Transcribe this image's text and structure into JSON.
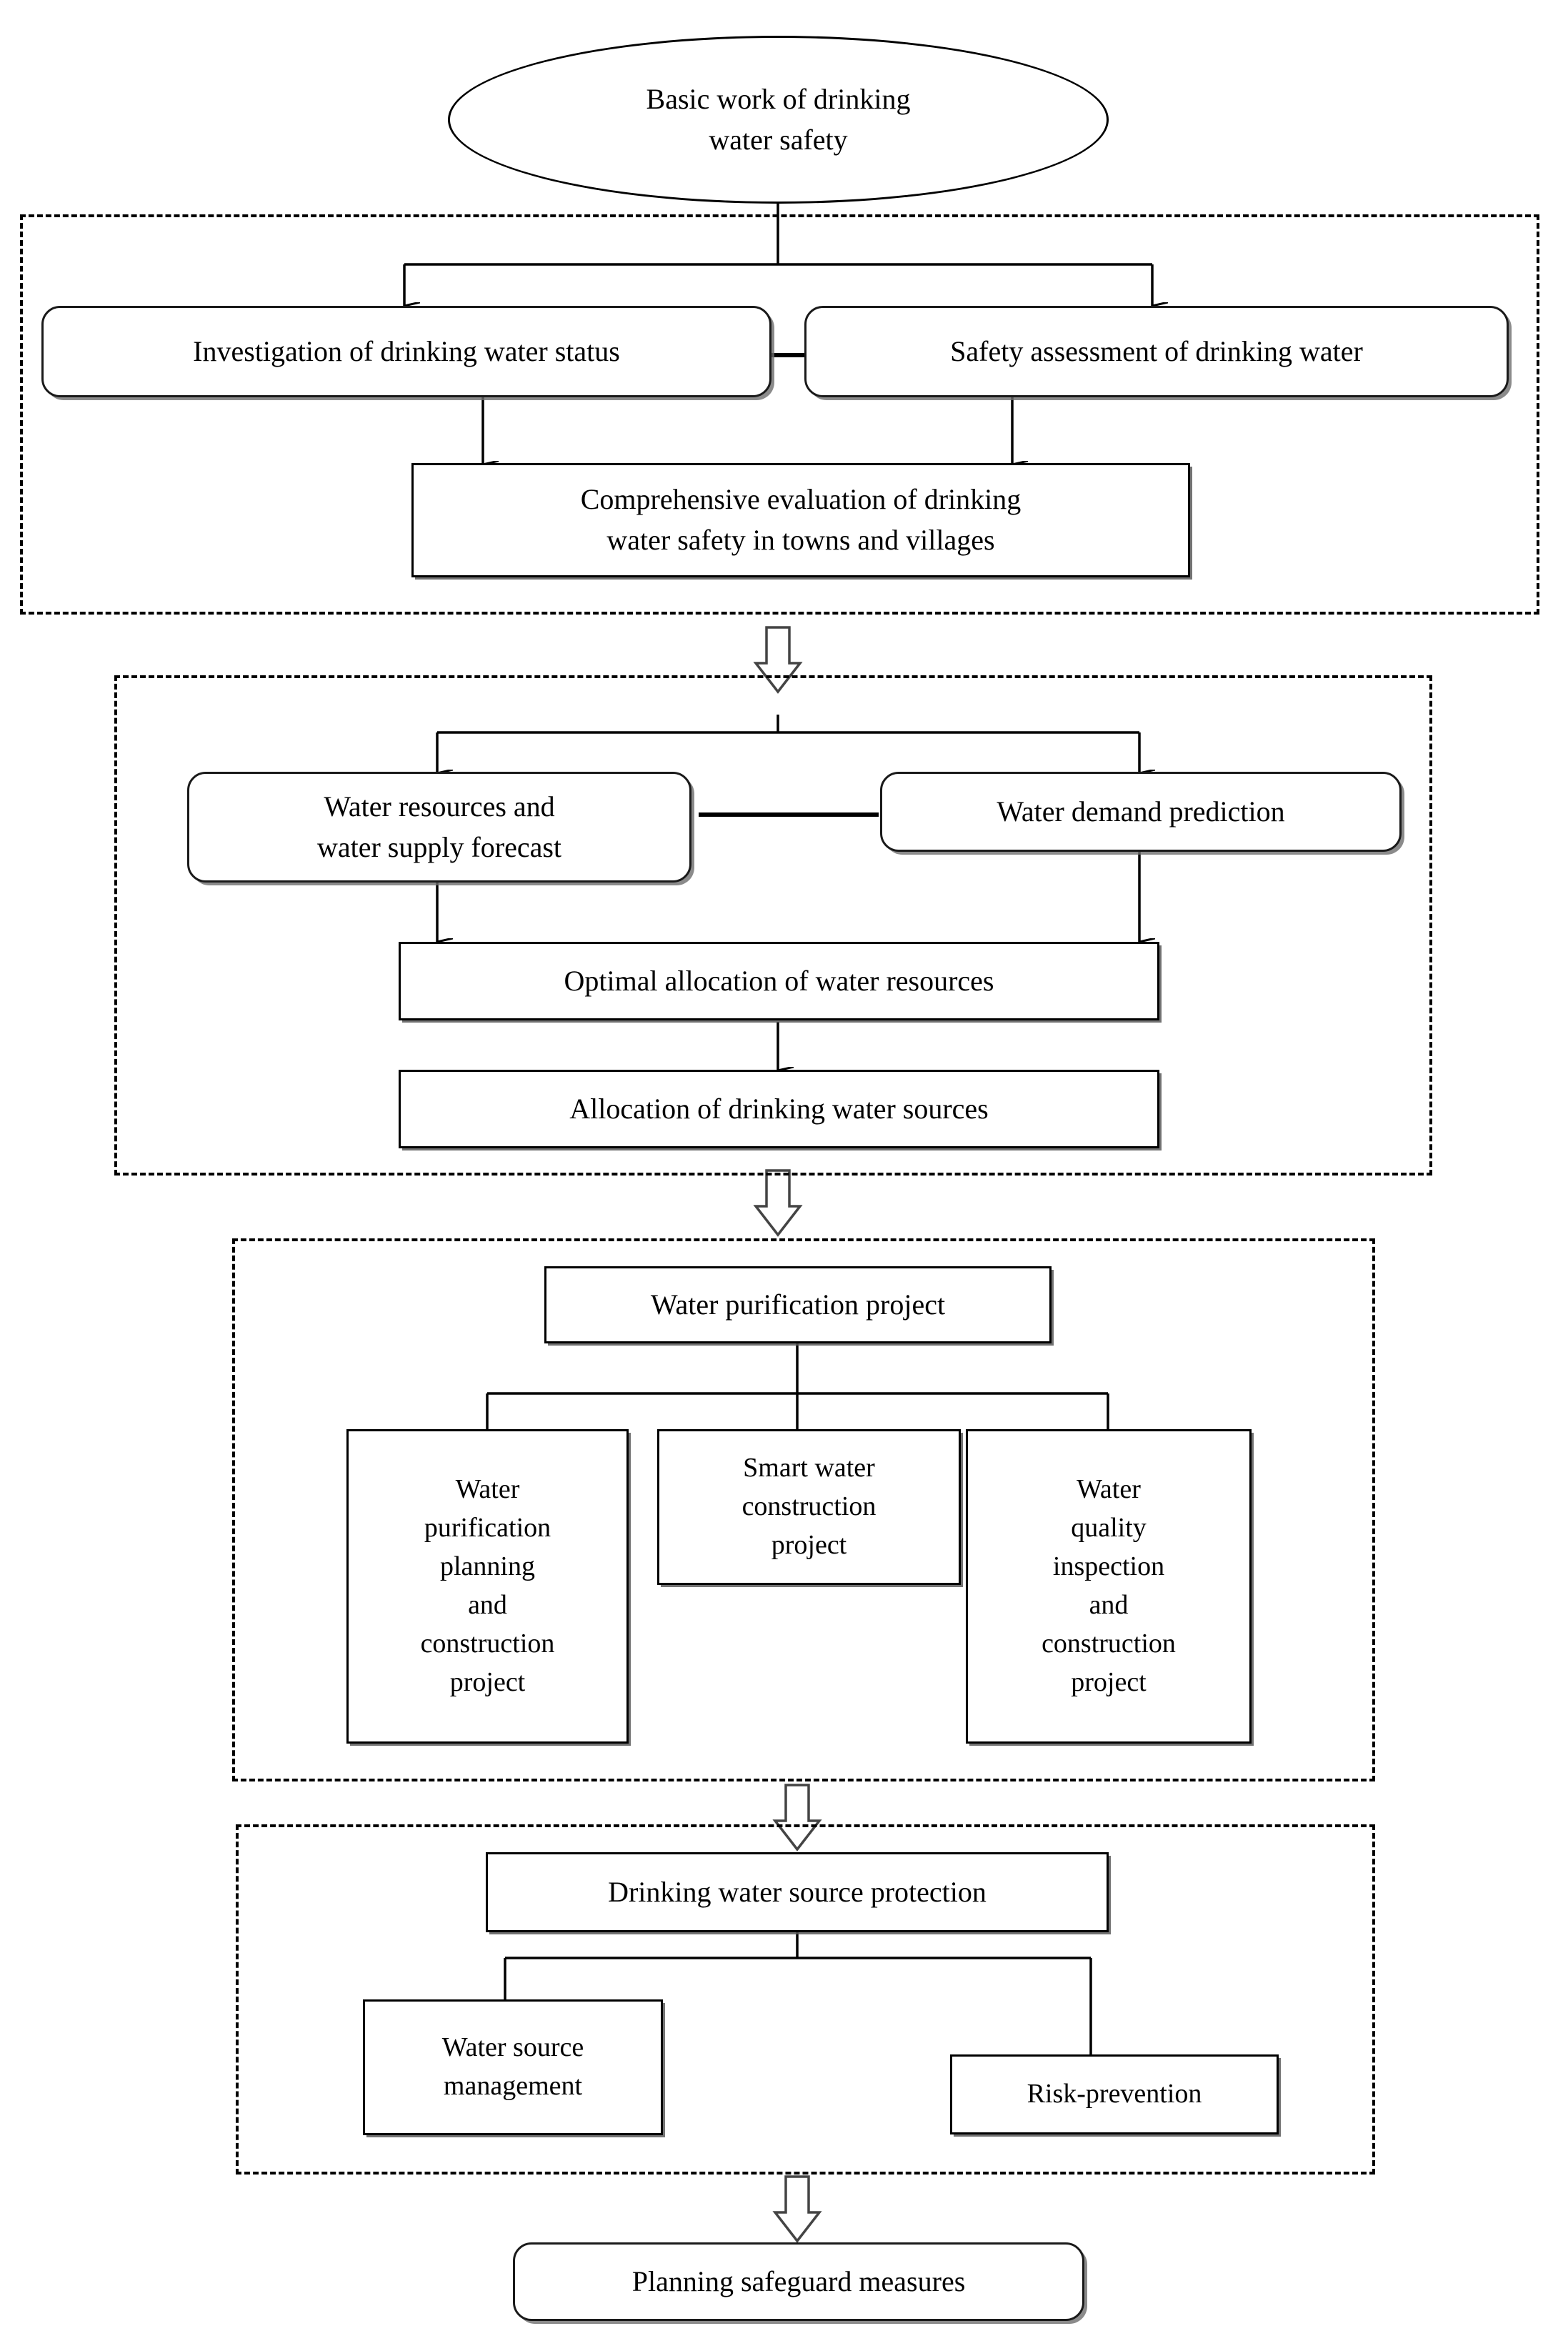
{
  "diagram": {
    "title": "Drinking water safety planning flowchart",
    "line_color": "#000000",
    "box_fill": "#ffffff",
    "group_border_style": "dashed"
  },
  "start": {
    "label": "Basic work of drinking\nwater safety",
    "shape": "ellipse"
  },
  "groups": [
    {
      "id": "group-basic-work",
      "name": "basic-work-group",
      "nodes": [
        {
          "id": "n1",
          "label": "Investigation of drinking water status",
          "shape": "rounded-rect"
        },
        {
          "id": "n2",
          "label": "Safety assessment of drinking water",
          "shape": "rounded-rect"
        },
        {
          "id": "n3",
          "label": "Comprehensive evaluation of drinking\nwater safety in towns and villages",
          "shape": "rect"
        }
      ]
    },
    {
      "id": "group-water-allocation",
      "name": "water-allocation-group",
      "nodes": [
        {
          "id": "n4",
          "label": "Water resources and\nwater supply forecast",
          "shape": "rounded-rect"
        },
        {
          "id": "n5",
          "label": "Water demand prediction",
          "shape": "rounded-rect"
        },
        {
          "id": "n6",
          "label": "Optimal allocation of water resources",
          "shape": "rect"
        },
        {
          "id": "n7",
          "label": "Allocation of drinking water sources",
          "shape": "rect"
        }
      ]
    },
    {
      "id": "group-purification",
      "name": "water-purification-group",
      "nodes": [
        {
          "id": "n8",
          "label": "Water purification project",
          "shape": "rect"
        },
        {
          "id": "n9",
          "label": "Water\npurification\nplanning\nand\nconstruction\nproject",
          "shape": "rect"
        },
        {
          "id": "n10",
          "label": "Smart water\nconstruction\nproject",
          "shape": "rect"
        },
        {
          "id": "n11",
          "label": "Water\nquality\ninspection\nand\nconstruction\nproject",
          "shape": "rect"
        }
      ]
    },
    {
      "id": "group-source-protection",
      "name": "source-protection-group",
      "nodes": [
        {
          "id": "n12",
          "label": "Drinking water source protection",
          "shape": "rect"
        },
        {
          "id": "n13",
          "label": "Water source\nmanagement",
          "shape": "rect"
        },
        {
          "id": "n14",
          "label": "Risk-prevention",
          "shape": "rect"
        }
      ]
    }
  ],
  "end": {
    "label": "Planning safeguard measures",
    "shape": "rounded-rect"
  },
  "connectors": {
    "stage_arrow": "hollow-down-arrow",
    "flow_arrow": "line-down-arrow"
  }
}
